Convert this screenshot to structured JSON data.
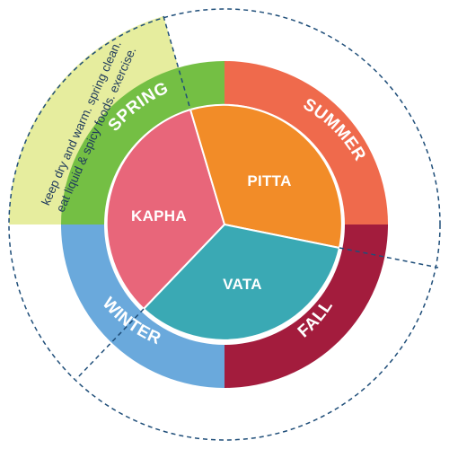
{
  "seasons": {
    "spring": {
      "label": "SPRING",
      "color": "#74bf44"
    },
    "summer": {
      "label": "SUMMER",
      "color": "#ef6a4c"
    },
    "fall": {
      "label": "FALL",
      "color": "#a31c3d"
    },
    "winter": {
      "label": "WINTER",
      "color": "#6aa9dc"
    }
  },
  "doshas": {
    "kapha": {
      "label": "KAPHA",
      "color": "#e8667a"
    },
    "pitta": {
      "label": "PITTA",
      "color": "#f28c28"
    },
    "vata": {
      "label": "VATA",
      "color": "#3aa9b4"
    }
  },
  "tip": {
    "line1": "keep dry and warm. spring clean.",
    "line2": "eat liquid & spicy foods. exercise.",
    "color": "#e6ed9e"
  },
  "guide_color": "#1f4e79"
}
